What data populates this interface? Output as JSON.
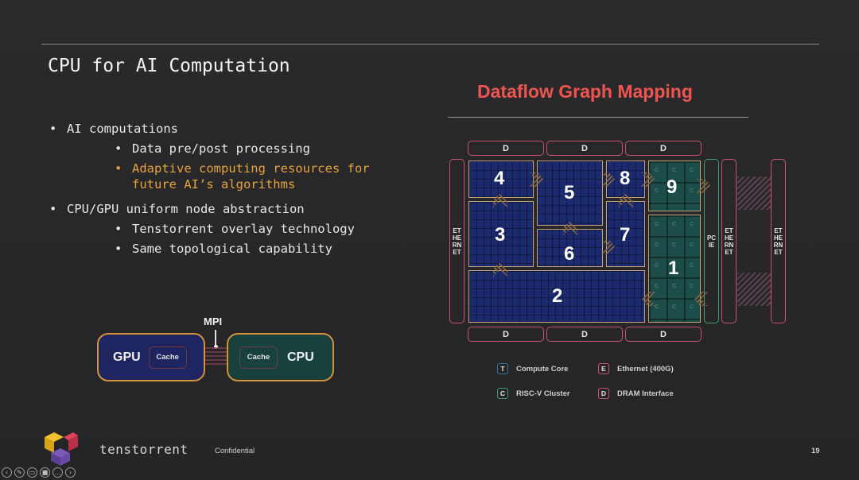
{
  "slide": {
    "title": "CPU for AI Computation",
    "bullets": {
      "b1": "AI computations",
      "b1_sub1": "Data pre/post processing",
      "b1_sub2_line1": "Adaptive computing resources for",
      "b1_sub2_line2": "future AI’s algorithms",
      "b2": "CPU/GPU uniform node abstraction",
      "b2_sub1": "Tenstorrent overlay technology",
      "b2_sub2": "Same topological capability"
    },
    "bullet_glyph": "•"
  },
  "diagram": {
    "title": "Dataflow Graph Mapping",
    "dram_label": "D",
    "ethernet_label": "ETHERNET",
    "pcie_label": "PCIE",
    "groups": [
      "1",
      "2",
      "3",
      "4",
      "5",
      "6",
      "7",
      "8",
      "9"
    ],
    "riscv_cell_label": "C",
    "colors": {
      "dram_border": "#c9546b",
      "pcie_border": "#3aa36a",
      "compute": "#1c2a6e",
      "riscv": "#1c4d48",
      "group_border": "#d4923a",
      "title": "#f0544f"
    }
  },
  "legend": {
    "compute_key": "T",
    "compute_label": "Compute Core",
    "ethernet_key": "E",
    "ethernet_label": "Ethernet (400G)",
    "riscv_key": "C",
    "riscv_label": "RISC-V Cluster",
    "dram_key": "D",
    "dram_label": "DRAM Interface"
  },
  "node_diagram": {
    "mpi": "MPI",
    "gpu": "GPU",
    "cpu": "CPU",
    "cache": "Cache"
  },
  "footer": {
    "brand": "tenstorrent",
    "confidential": "Confidential",
    "page_number": "19"
  },
  "toolbar": [
    "previous-icon",
    "pen-icon",
    "captions-icon",
    "camera-icon",
    "more-icon",
    "next-icon"
  ]
}
